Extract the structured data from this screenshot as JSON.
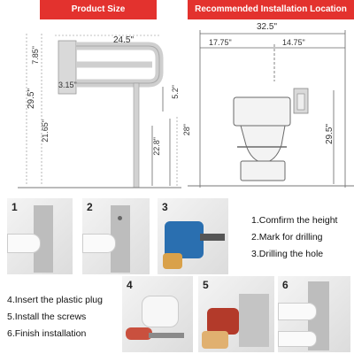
{
  "headers": {
    "left": "Product Size",
    "right": "Recommended Installation Location"
  },
  "product_dims": {
    "width": "24.5\"",
    "height_top": "7.85\"",
    "offset": "3.15\"",
    "total_height": "29.5\"",
    "mid_height": "21.65\"",
    "drop": "5.2\"",
    "leg": "22.8\"",
    "right_height": "28\""
  },
  "install_dims": {
    "total_width": "32.5\"",
    "left_width": "17.75\"",
    "right_width": "14.75\"",
    "height": "29.5\""
  },
  "steps": {
    "nums": [
      "1",
      "2",
      "3",
      "4",
      "5",
      "6"
    ],
    "top_list": [
      "1.Comfirm the height",
      "2.Mark for drilling",
      "3.Drilling the hole"
    ],
    "bottom_list": [
      "4.Insert the plastic plug",
      "5.Install the screws",
      "6.Finish installation"
    ]
  }
}
